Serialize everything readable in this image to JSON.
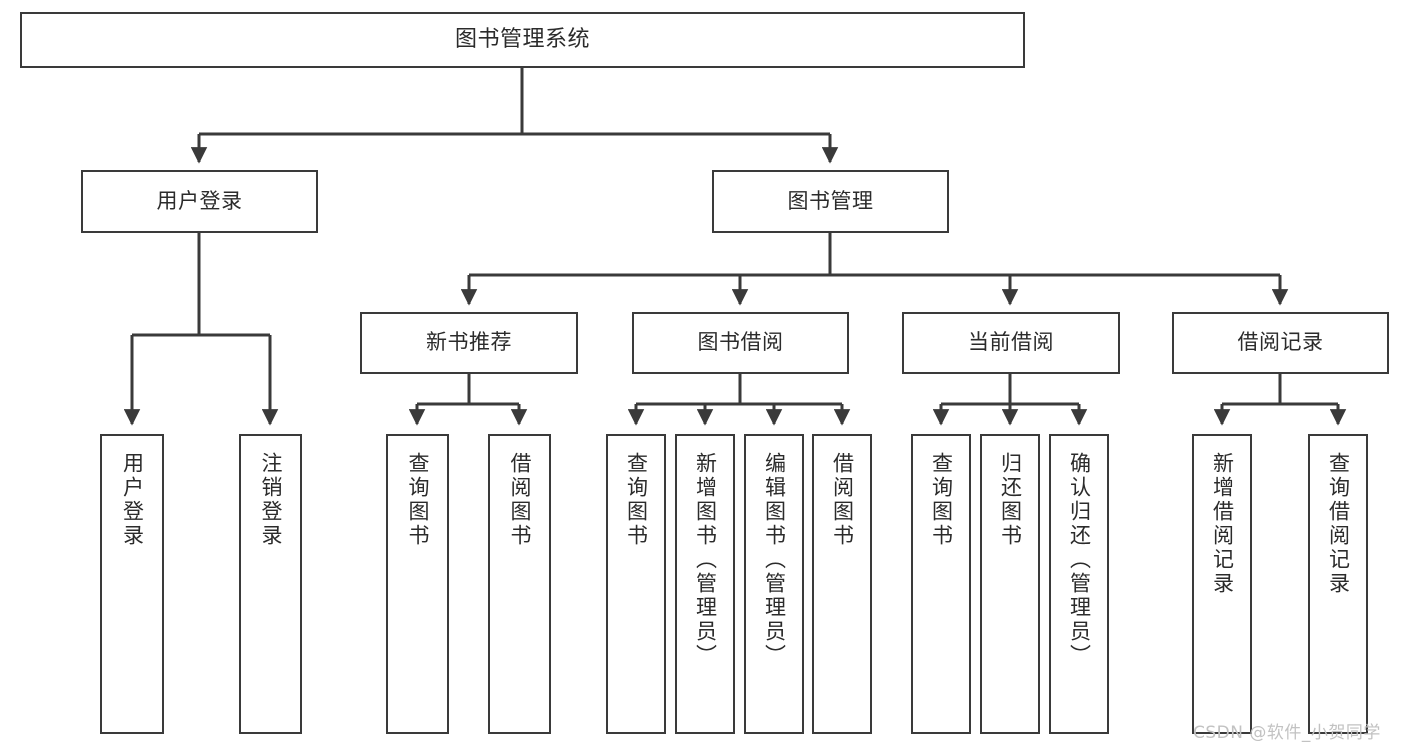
{
  "diagram": {
    "type": "tree-hierarchy",
    "title": "图书管理系统",
    "watermark": "CSDN @软件_小贺同学",
    "colors": {
      "box_border": "#3a3a3a",
      "box_fill": "#ffffff",
      "connector": "#3a3a3a",
      "text": "#2b2b2b",
      "watermark": "#c2c2c2",
      "background": "#ffffff"
    },
    "levels": [
      {
        "level": 1,
        "nodes": [
          {
            "id": "root",
            "label": "图书管理系统",
            "orientation": "horizontal"
          }
        ]
      },
      {
        "level": 2,
        "nodes": [
          {
            "id": "user-login",
            "label": "用户登录",
            "orientation": "horizontal",
            "parent": "root"
          },
          {
            "id": "book-manage",
            "label": "图书管理",
            "orientation": "horizontal",
            "parent": "root"
          }
        ]
      },
      {
        "level": 3,
        "nodes": [
          {
            "id": "new-book-rec",
            "label": "新书推荐",
            "orientation": "horizontal",
            "parent": "book-manage"
          },
          {
            "id": "book-borrow",
            "label": "图书借阅",
            "orientation": "horizontal",
            "parent": "book-manage"
          },
          {
            "id": "current-borrow",
            "label": "当前借阅",
            "orientation": "horizontal",
            "parent": "book-manage"
          },
          {
            "id": "borrow-record",
            "label": "借阅记录",
            "orientation": "horizontal",
            "parent": "book-manage"
          }
        ]
      },
      {
        "level": 4,
        "nodes": [
          {
            "id": "leaf-user-login",
            "label": "用户登录",
            "orientation": "vertical",
            "parent": "user-login"
          },
          {
            "id": "leaf-logout",
            "label": "注销登录",
            "orientation": "vertical",
            "parent": "user-login"
          },
          {
            "id": "leaf-query-book-1",
            "label": "查询图书",
            "orientation": "vertical",
            "parent": "new-book-rec"
          },
          {
            "id": "leaf-borrow-book-1",
            "label": "借阅图书",
            "orientation": "vertical",
            "parent": "new-book-rec"
          },
          {
            "id": "leaf-query-book-2",
            "label": "查询图书",
            "orientation": "vertical",
            "parent": "book-borrow"
          },
          {
            "id": "leaf-add-book",
            "label": "新增图书（管理员）",
            "orientation": "vertical",
            "parent": "book-borrow"
          },
          {
            "id": "leaf-edit-book",
            "label": "编辑图书（管理员）",
            "orientation": "vertical",
            "parent": "book-borrow"
          },
          {
            "id": "leaf-borrow-book-2",
            "label": "借阅图书",
            "orientation": "vertical",
            "parent": "book-borrow"
          },
          {
            "id": "leaf-query-book-3",
            "label": "查询图书",
            "orientation": "vertical",
            "parent": "current-borrow"
          },
          {
            "id": "leaf-return-book",
            "label": "归还图书",
            "orientation": "vertical",
            "parent": "current-borrow"
          },
          {
            "id": "leaf-confirm-return",
            "label": "确认归还（管理员）",
            "orientation": "vertical",
            "parent": "current-borrow"
          },
          {
            "id": "leaf-add-record",
            "label": "新增借阅记录",
            "orientation": "vertical",
            "parent": "borrow-record"
          },
          {
            "id": "leaf-query-record",
            "label": "查询借阅记录",
            "orientation": "vertical",
            "parent": "borrow-record"
          }
        ]
      }
    ]
  }
}
